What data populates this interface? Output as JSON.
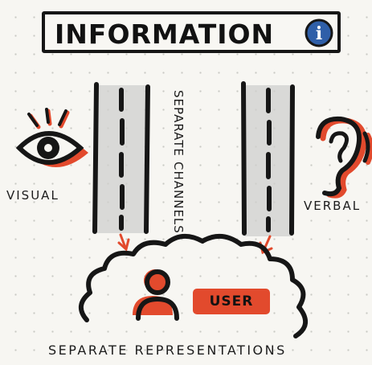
{
  "title": "INFORMATION",
  "info_symbol": "i",
  "labels": {
    "visual": "VISUAL",
    "verbal": "VERBAL",
    "channels_line1": "SEPARATE",
    "channels_line2": "CHANNELS",
    "user": "USER",
    "bottom": "SEPARATE REPRESENTATIONS"
  },
  "icons": [
    "eye-icon",
    "ear-icon",
    "info-icon",
    "user-icon",
    "cloud-icon",
    "arrow-down-icon"
  ],
  "colors": {
    "ink": "#161616",
    "accent": "#e24a2d",
    "info_blue": "#2f5fa8",
    "channel_gray": "#c8c8c8"
  }
}
